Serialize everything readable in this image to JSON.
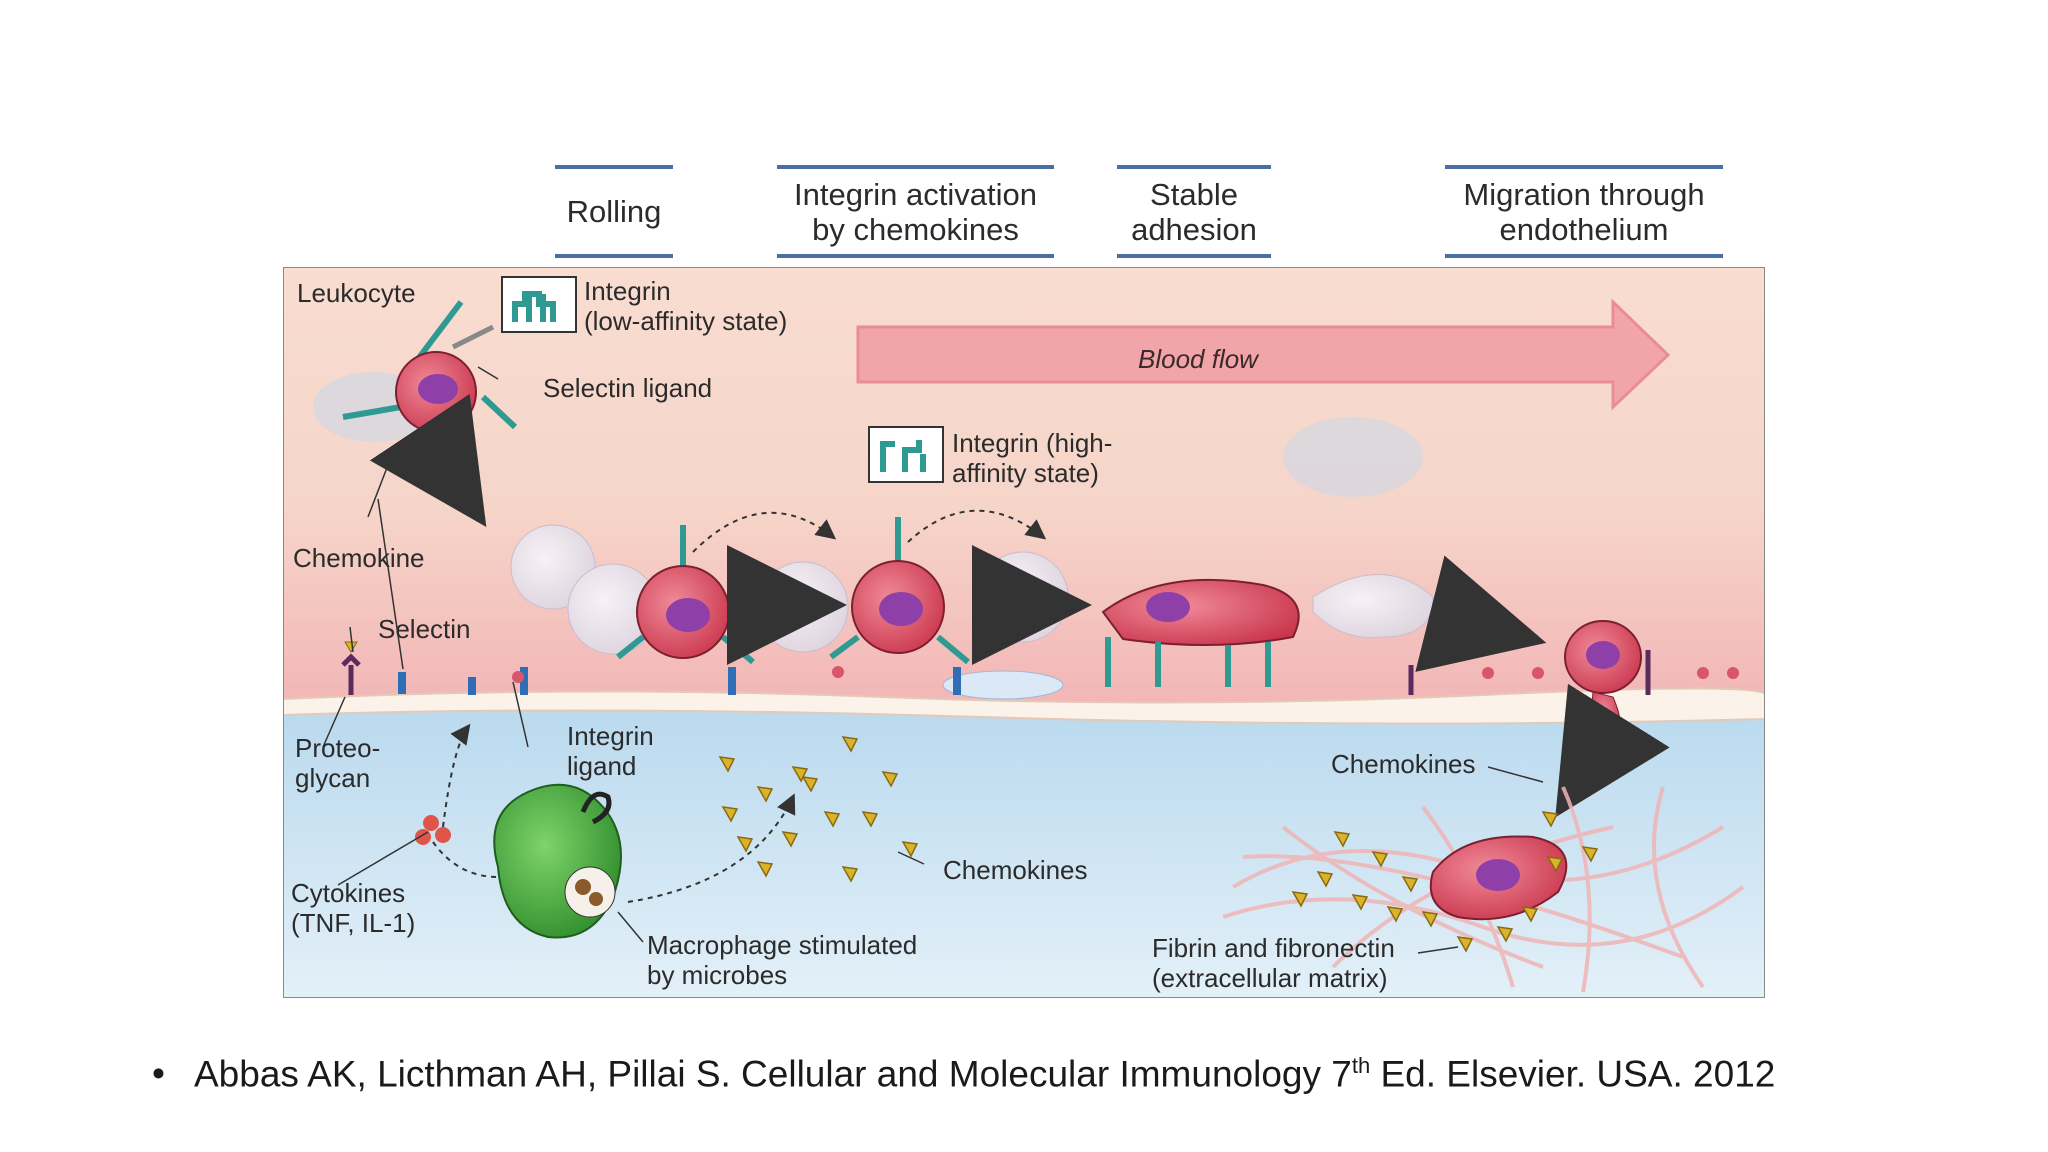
{
  "stages": [
    {
      "label": "Rolling"
    },
    {
      "label": "Integrin activation\nby chemokines"
    },
    {
      "label": "Stable\nadhesion"
    },
    {
      "label": "Migration through\nendothelium"
    }
  ],
  "labels": {
    "leukocyte": "Leukocyte",
    "integrin_low": "Integrin\n(low-affinity state)",
    "selectin_ligand": "Selectin ligand",
    "blood_flow": "Blood flow",
    "integrin_high": "Integrin (high-\naffinity state)",
    "chemokine": "Chemokine",
    "selectin": "Selectin",
    "proteoglycan": "Proteo-\nglycan",
    "integrin_ligand": "Integrin\nligand",
    "cytokines": "Cytokines\n(TNF, IL-1)",
    "chemokines_mid": "Chemokines",
    "macrophage": "Macrophage stimulated\nby microbes",
    "chemokines_right": "Chemokines",
    "fibrin": "Fibrin and fibronectin\n(extracellular matrix)"
  },
  "citation": {
    "bullet": "•",
    "main": "Abbas AK, Licthman AH, Pillai S. Cellular and Molecular Immunology 7",
    "sup": "th",
    "rest": " Ed. Elsevier. USA. 2012"
  },
  "colors": {
    "vessel_top": "#f7d9cc",
    "endothelium": "#f2b3b8",
    "tissue": "#cfe6f3",
    "header_rule": "#4a6fa5",
    "leukocyte": "#d9566a",
    "nucleus": "#8e3fa8",
    "integrin": "#2e9a92",
    "selectin": "#2f6db5",
    "chemokine": "#d9b42a",
    "macrophage": "#3fa93a",
    "arrow": "#5a8fcf",
    "flow_arrow": "#e8858d"
  }
}
